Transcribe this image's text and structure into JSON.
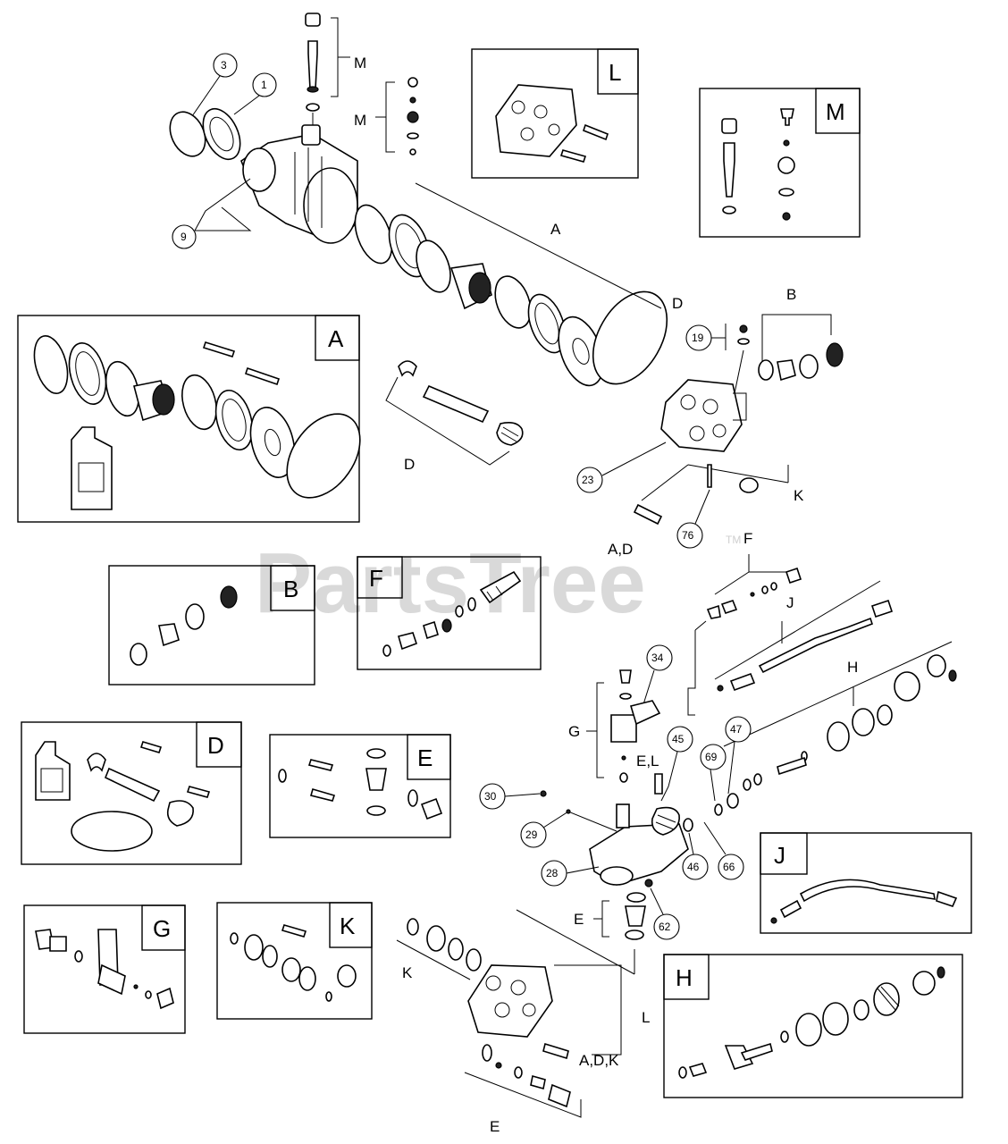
{
  "watermark": {
    "text": "PartsTree",
    "trademark": "TM"
  },
  "callouts": {
    "c1": "1",
    "c3": "3",
    "c9": "9",
    "c19": "19",
    "c23": "23",
    "c76": "76",
    "c34": "34",
    "c45": "45",
    "c47": "47",
    "c69": "69",
    "c30": "30",
    "c29": "29",
    "c28": "28",
    "c46": "46",
    "c66": "66",
    "c62": "62"
  },
  "labels": {
    "m_top": "M",
    "m_mid": "M",
    "a_main": "A",
    "d_main": "D",
    "b_main": "B",
    "d_left": "D",
    "k_main": "K",
    "ad": "A,D",
    "f_main": "F",
    "j_main": "J",
    "h_main": "H",
    "g_main": "G",
    "el": "E,L",
    "e_mid": "E",
    "k_lower": "K",
    "l_lower": "L",
    "adk": "A,D,K",
    "e_bottom": "E"
  },
  "kits": {
    "L": "L",
    "M": "M",
    "A": "A",
    "B": "B",
    "F": "F",
    "D": "D",
    "E": "E",
    "G": "G",
    "K": "K",
    "J": "J",
    "H": "H"
  },
  "colors": {
    "ink": "#000000",
    "watermark": "#d9d9d9"
  }
}
